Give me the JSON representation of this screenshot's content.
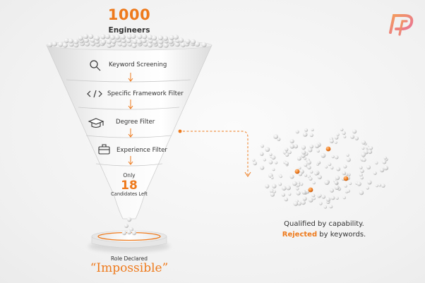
{
  "header": {
    "count": "1000",
    "label": "Engineers"
  },
  "stages": [
    {
      "label": "Keyword Screening",
      "icon": "magnifier-icon"
    },
    {
      "label": "Specific Framework Filter",
      "icon": "code-brackets-icon"
    },
    {
      "label": "Degree Filter",
      "icon": "graduation-cap-icon"
    },
    {
      "label": "Experience Filter",
      "icon": "briefcase-icon"
    }
  ],
  "result": {
    "prefix": "Only",
    "count": "18",
    "suffix": "Candidates Left"
  },
  "pedestal": {
    "caption": "Role Declared",
    "verdict": "“Impossible”"
  },
  "callout": {
    "qualified": "Qualified by capability.",
    "rejected_word": "Rejected",
    "rejected_rest": " by keywords."
  },
  "colors": {
    "accent": "#ee7a1c",
    "text": "#2b2b2b",
    "logo_start": "#f39c5b",
    "logo_end": "#e86f9a"
  },
  "decor": {
    "cluster_total_dots": 180,
    "cluster_highlighted_dots": 4,
    "logo": "stylized-p-logo"
  }
}
